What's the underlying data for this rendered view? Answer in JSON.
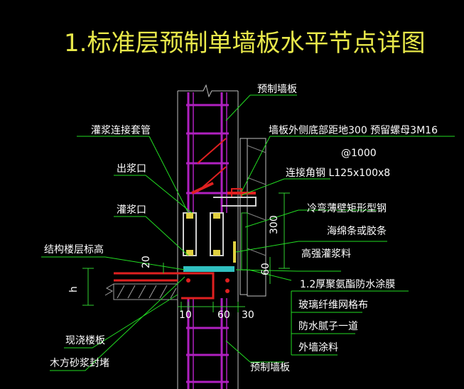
{
  "title": "1.标准层预制单墙板水平节点详图",
  "colors": {
    "background": "#000000",
    "title": "#e8e84a",
    "annotation": "#ffffff",
    "leader": "#22dd22",
    "wall_line": "#b020c0",
    "rebar_red": "#e02020",
    "angle_steel": "#d0d0d0",
    "grout_cyan": "#30c0c0",
    "seal_yellow": "#e0d040",
    "slab_hatch": "#a0a0a0",
    "dim_line": "#30d030"
  },
  "labels": {
    "precast_wall_top": "预制墙板",
    "precast_wall_bottom": "预制墙板",
    "nut_note_line1": "墙板外侧底部距地300 预留螺母3M16",
    "nut_note_line2": "@1000",
    "angle_steel": "连接角钢 L125x100x8",
    "grout_sleeve": "灌浆连接套管",
    "grout_outlet": "出浆口",
    "grout_inlet": "灌浆口",
    "cold_bent_steel": "冷弯薄壁矩形型钢",
    "sponge_strip": "海绵条或胶条",
    "high_strength_grout": "高强灌浆料",
    "structural_floor_level": "结构楼层标高",
    "waterproof_coating": "1.2厚聚氨酯防水涂膜",
    "fiberglass_mesh": "玻璃纤维网格布",
    "waterproof_putty": "防水腻子一道",
    "exterior_paint": "外墙涂料",
    "cast_slab": "现浇楼板",
    "wood_mortar_seal": "木方砂浆封堵"
  },
  "dimensions": {
    "d300": "300",
    "d60_right": "60",
    "d20": "20",
    "h": "h",
    "d10": "10",
    "d60_bottom": "60",
    "d30": "30"
  }
}
